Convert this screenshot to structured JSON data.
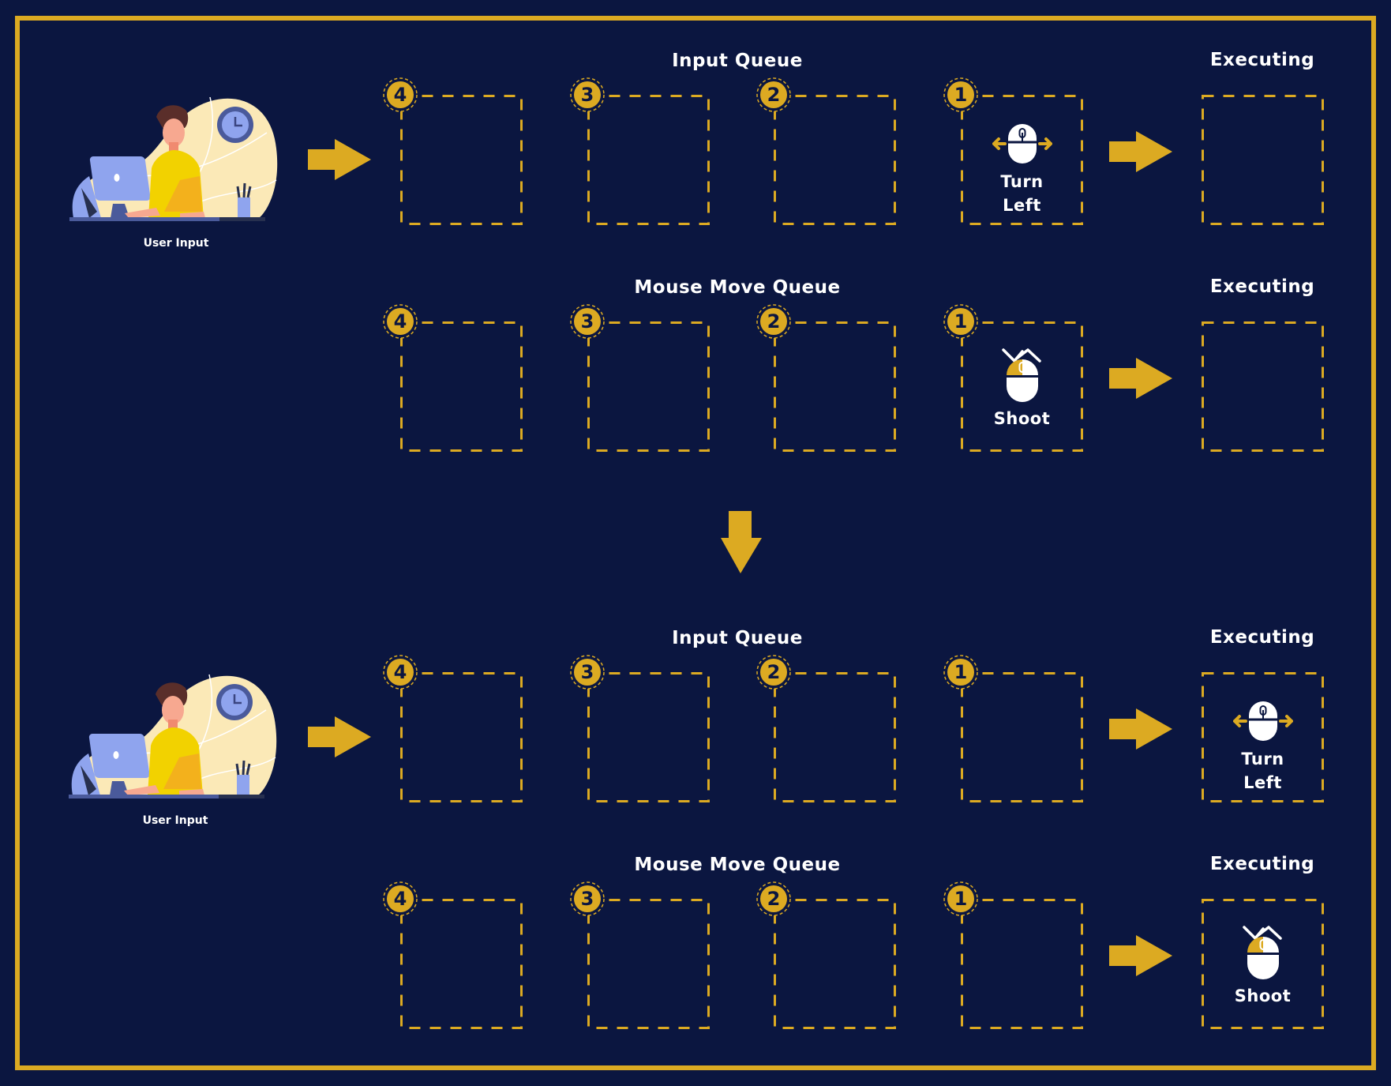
{
  "colors": {
    "background": "#0b1640",
    "accent": "#dcaa22",
    "text": "#ffffff"
  },
  "sections": [
    {
      "user_input_label": "User Input",
      "queues": [
        {
          "title": "Input Queue",
          "slots": [
            "4",
            "3",
            "2",
            "1"
          ],
          "slot_contents": {
            "1": {
              "label_lines": [
                "Turn",
                "Left"
              ],
              "icon": "mouse-move-horizontal-icon"
            }
          },
          "executing": {
            "title": "Executing",
            "content": null
          }
        },
        {
          "title": "Mouse Move Queue",
          "slots": [
            "4",
            "3",
            "2",
            "1"
          ],
          "slot_contents": {
            "1": {
              "label_lines": [
                "Shoot"
              ],
              "icon": "mouse-click-icon"
            }
          },
          "executing": {
            "title": "Executing",
            "content": null
          }
        }
      ]
    },
    {
      "user_input_label": "User Input",
      "queues": [
        {
          "title": "Input Queue",
          "slots": [
            "4",
            "3",
            "2",
            "1"
          ],
          "slot_contents": {},
          "executing": {
            "title": "Executing",
            "content": {
              "label_lines": [
                "Turn",
                "Left"
              ],
              "icon": "mouse-move-horizontal-icon"
            }
          }
        },
        {
          "title": "Mouse Move Queue",
          "slots": [
            "4",
            "3",
            "2",
            "1"
          ],
          "slot_contents": {},
          "executing": {
            "title": "Executing",
            "content": {
              "label_lines": [
                "Shoot"
              ],
              "icon": "mouse-click-icon"
            }
          }
        }
      ]
    }
  ]
}
